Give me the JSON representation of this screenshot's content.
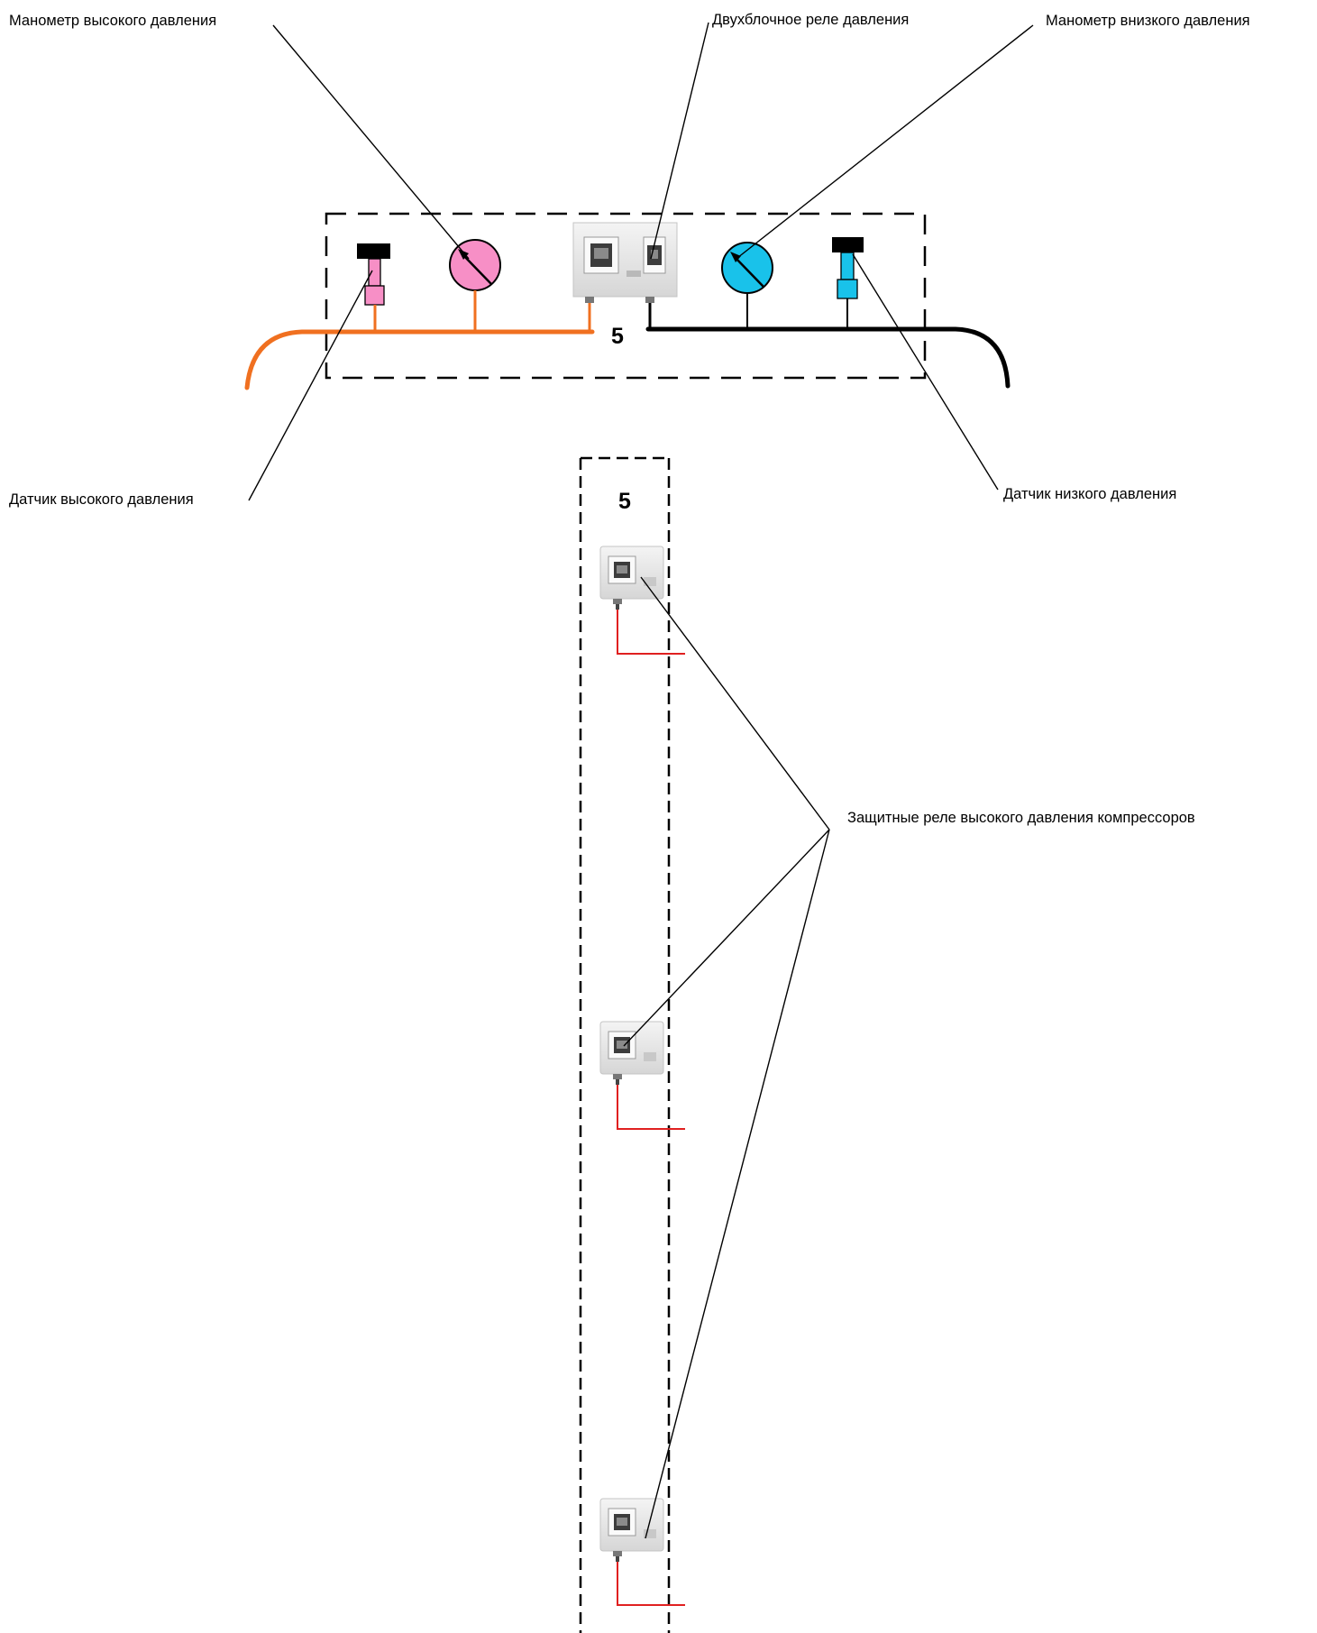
{
  "labels": {
    "hp_gauge": "Манометр высокого давления",
    "dual_relay": "Двухблочное реле давления",
    "lp_gauge": "Манометр внизкого давления",
    "hp_sensor": "Датчик высокого давления",
    "lp_sensor": "Датчик низкого давления",
    "protect_relays": "Защитные реле высокого давления компрессоров"
  },
  "top_block": {
    "number": "5"
  },
  "vertical_block": {
    "number": "5"
  },
  "colors": {
    "high_pressure_line": "#f07020",
    "low_pressure_line": "#000000",
    "hp_component": "#f78fc6",
    "lp_component": "#19c2ea",
    "relay_wire": "#e02020"
  }
}
